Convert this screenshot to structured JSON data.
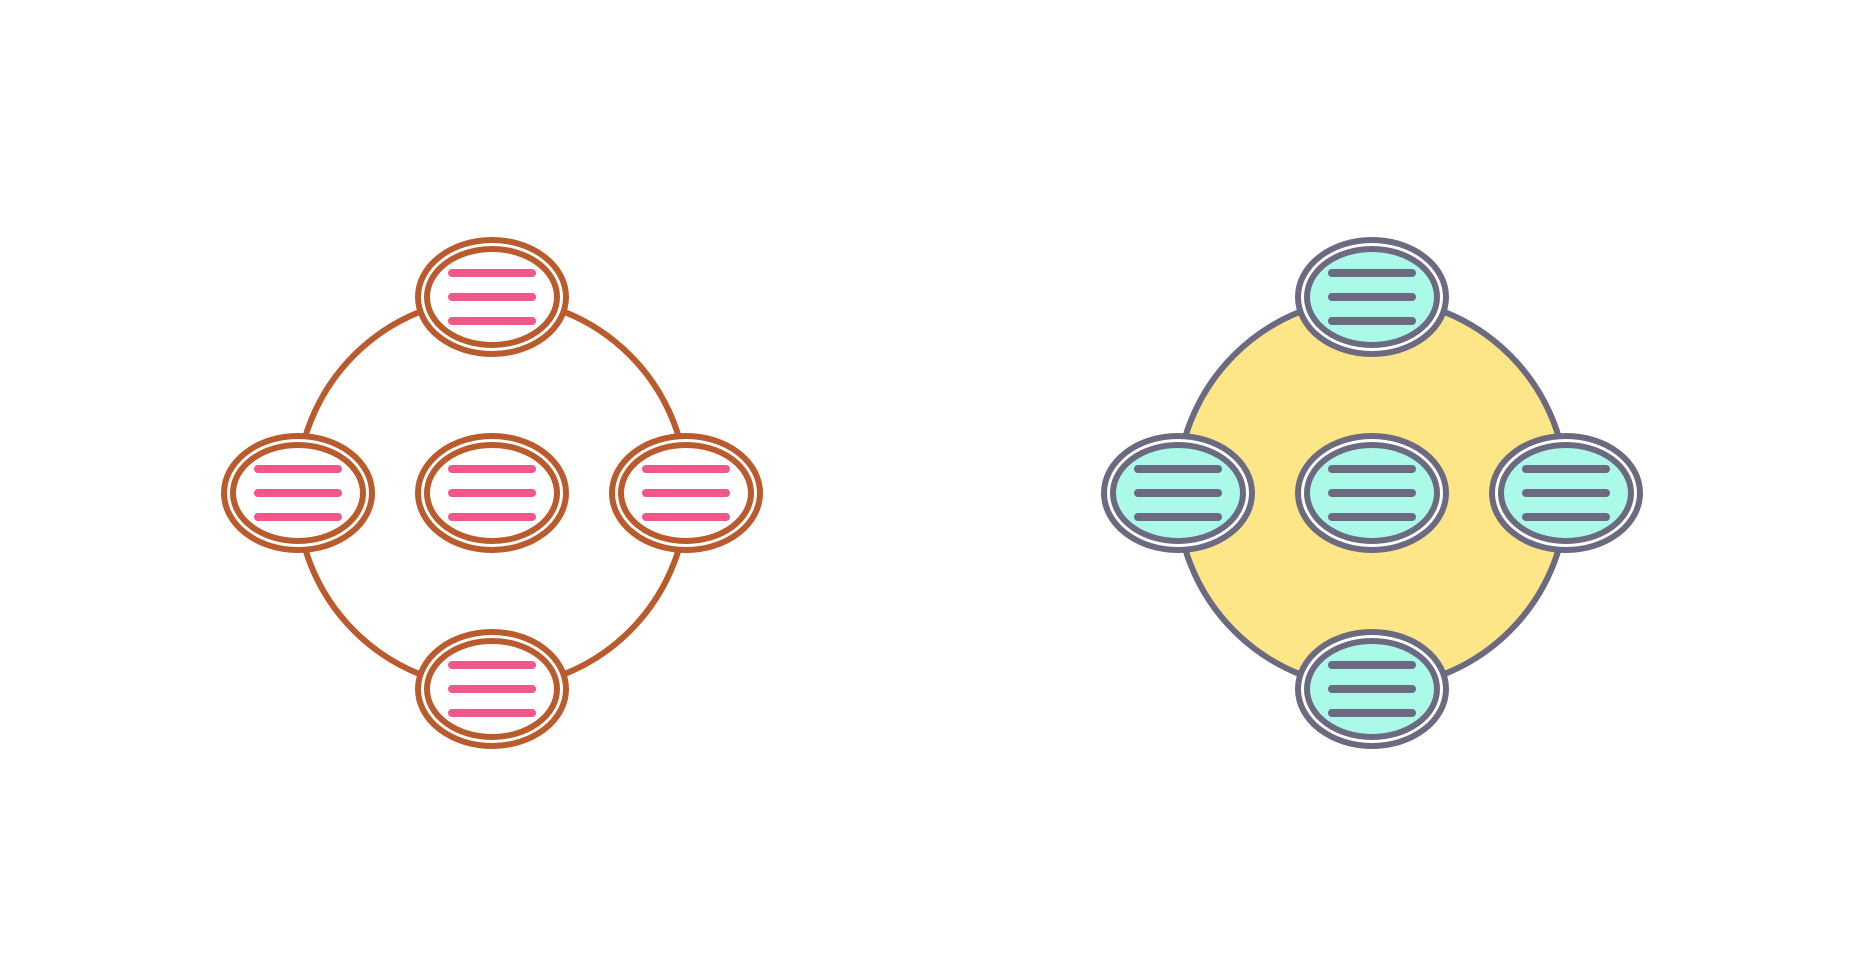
{
  "icons": [
    {
      "name": "network-icon-outline",
      "style": "outline",
      "colors": {
        "ring_stroke": "#b95b2c",
        "ring_fill": "none",
        "node_stroke": "#b95b2c",
        "node_fill": "#ffffff",
        "line_color": "#f0588a"
      }
    },
    {
      "name": "network-icon-filled",
      "style": "filled",
      "colors": {
        "ring_stroke": "#6b6a80",
        "ring_fill": "#fde687",
        "node_stroke": "#6b6a80",
        "node_fill": "#aaf9e9",
        "line_color": "#6b6a80"
      }
    }
  ],
  "node_positions": [
    "top",
    "left",
    "center",
    "right",
    "bottom"
  ],
  "lines_per_node": 3
}
